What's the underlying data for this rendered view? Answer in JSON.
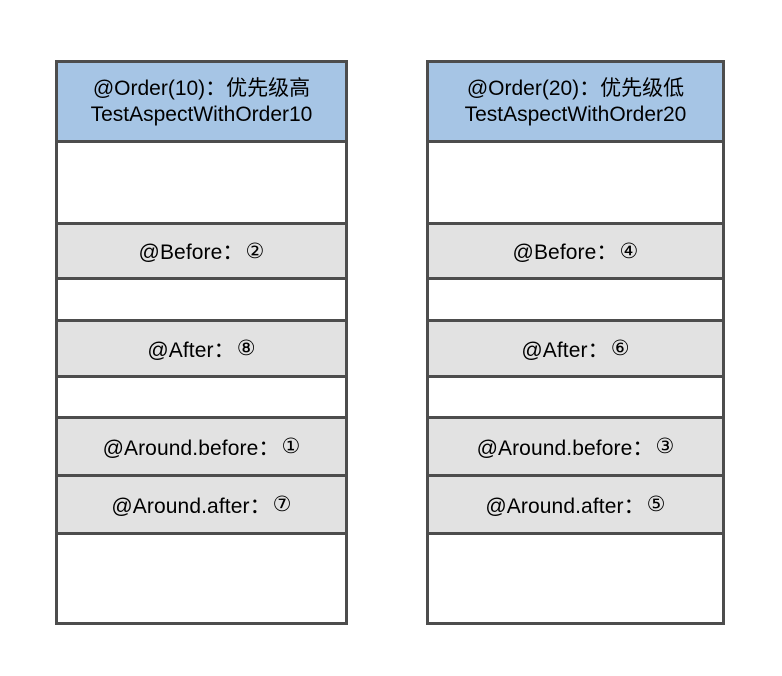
{
  "diagram": {
    "background_color": "#ffffff",
    "header_fill": "#a6c5e5",
    "row_fill": "#e2e2e2",
    "border_color": "#4d4d4d",
    "tables": [
      {
        "id": "order10",
        "header": {
          "line1": "@Order(10)：优先级高",
          "line2": "TestAspectWithOrder10"
        },
        "rows": [
          {
            "label": "",
            "seq": "",
            "style": "blank"
          },
          {
            "label": "@Before：",
            "seq": "②",
            "style": "filled"
          },
          {
            "label": "",
            "seq": "",
            "style": "blank"
          },
          {
            "label": "@After：",
            "seq": "⑧",
            "style": "filled"
          },
          {
            "label": "",
            "seq": "",
            "style": "blank"
          },
          {
            "label": "@Around.before：",
            "seq": "①",
            "style": "filled"
          },
          {
            "label": "@Around.after：",
            "seq": "⑦",
            "style": "filled"
          },
          {
            "label": "",
            "seq": "",
            "style": "blank"
          }
        ]
      },
      {
        "id": "order20",
        "header": {
          "line1": "@Order(20)：优先级低",
          "line2": "TestAspectWithOrder20"
        },
        "rows": [
          {
            "label": "",
            "seq": "",
            "style": "blank"
          },
          {
            "label": "@Before：",
            "seq": "④",
            "style": "filled"
          },
          {
            "label": "",
            "seq": "",
            "style": "blank"
          },
          {
            "label": "@After：",
            "seq": "⑥",
            "style": "filled"
          },
          {
            "label": "",
            "seq": "",
            "style": "blank"
          },
          {
            "label": "@Around.before：",
            "seq": "③",
            "style": "filled"
          },
          {
            "label": "@Around.after：",
            "seq": "⑤",
            "style": "filled"
          },
          {
            "label": "",
            "seq": "",
            "style": "blank"
          }
        ]
      }
    ]
  }
}
